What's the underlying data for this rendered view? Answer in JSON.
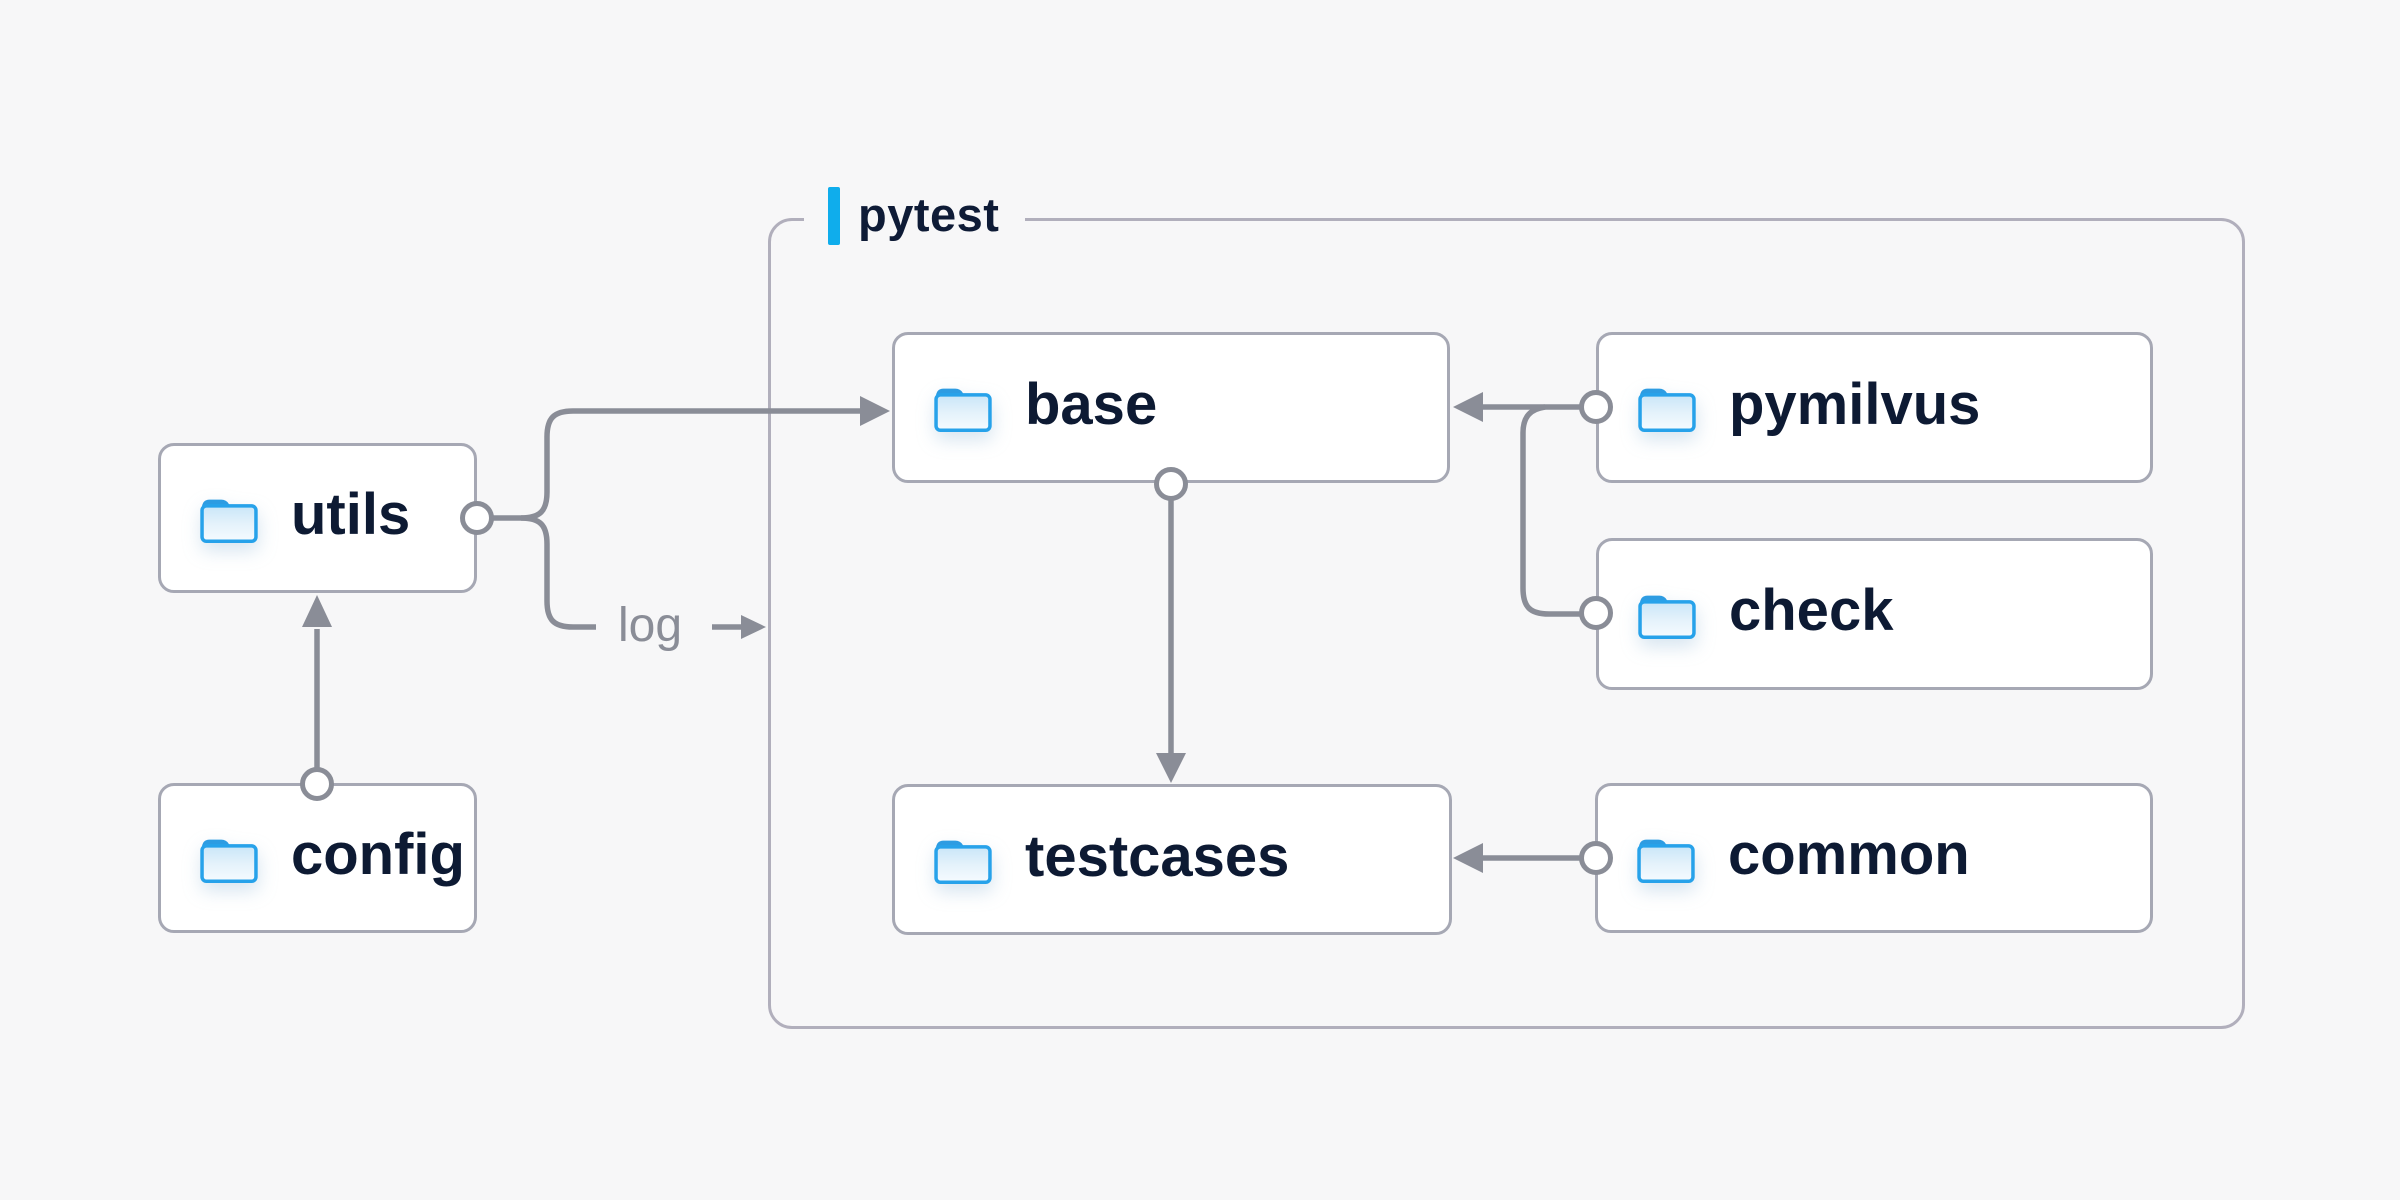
{
  "diagram": {
    "container": {
      "label": "pytest"
    },
    "nodes": {
      "utils": {
        "label": "utils",
        "icon": "folder-icon"
      },
      "config": {
        "label": "config",
        "icon": "folder-icon"
      },
      "base": {
        "label": "base",
        "icon": "folder-icon"
      },
      "pymilvus": {
        "label": "pymilvus",
        "icon": "folder-icon"
      },
      "check": {
        "label": "check",
        "icon": "folder-icon"
      },
      "testcases": {
        "label": "testcases",
        "icon": "folder-icon"
      },
      "common": {
        "label": "common",
        "icon": "folder-icon"
      }
    },
    "edges": [
      {
        "from": "config",
        "to": "utils",
        "label": ""
      },
      {
        "from": "utils",
        "to": "base",
        "label": ""
      },
      {
        "from": "utils",
        "to": "pytest",
        "label": "log"
      },
      {
        "from": "base",
        "to": "testcases",
        "label": ""
      },
      {
        "from": "pymilvus",
        "to": "base",
        "label": ""
      },
      {
        "from": "check",
        "to": "base",
        "label": ""
      },
      {
        "from": "common",
        "to": "testcases",
        "label": ""
      }
    ],
    "colors": {
      "accent_blue": "#0fadec",
      "folder_blue": "#27a2ea",
      "folder_tab_blue": "#2d9ce2",
      "line_gray": "#8a8d97",
      "text_navy": "#0d1a33",
      "box_border": "#a6a8b4",
      "group_border": "#b1afbc",
      "background": "#f7f7f8",
      "node_background": "#ffffff"
    }
  }
}
